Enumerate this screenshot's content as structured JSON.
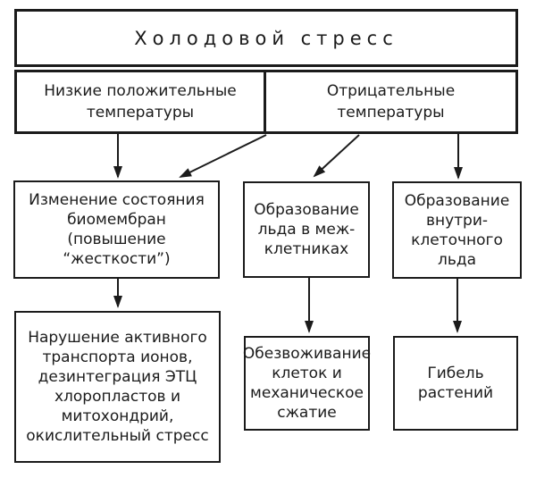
{
  "diagram": {
    "title": "Холодовой стресс",
    "causes": {
      "low_positive": "Низкие положительные\nтемпературы",
      "negative": "Отрицательные\nтемпературы"
    },
    "effects": {
      "membrane_change": "Изменение состояния\nбиомембран\n(повышение “жесткости”)",
      "intercellular_ice": "Образование\nльда в меж-\nклетниках",
      "intracellular_ice": "Образование\nвнутри-\nклеточного\nльда"
    },
    "consequences": {
      "ion_transport": "Нарушение активного\nтранспорта ионов,\nдезинтеграция ЭТЦ\nхлоропластов и\nмитохондрий,\nокислительный стресс",
      "dehydration": "Обезвоживание\nклеток и\nмеханическое\nсжатие",
      "plant_death": "Гибель\nрастений"
    },
    "colors": {
      "line": "#1b1b1b",
      "background": "#ffffff"
    }
  }
}
